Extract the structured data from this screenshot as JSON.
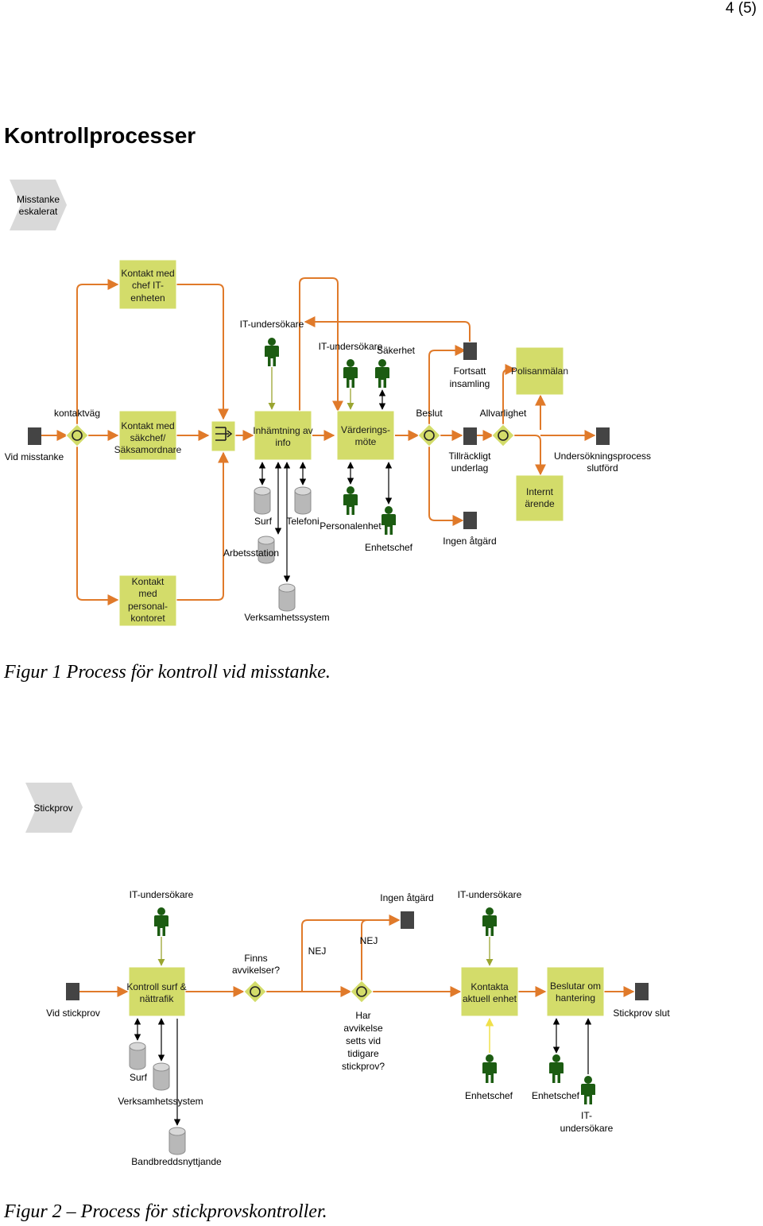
{
  "page_number": "4 (5)",
  "heading": "Kontrollprocesser",
  "figure1": {
    "start_chevron": [
      "Misstanke",
      "eskalerat"
    ],
    "labels": {
      "vid_misstanke": "Vid misstanke",
      "kontaktvag": "kontaktväg",
      "kontakt_sakchef": [
        "Kontakt med",
        "säkchef/",
        "Säksamordnare"
      ],
      "kontakt_chef_it": [
        "Kontakt med",
        "chef IT-",
        "enheten"
      ],
      "kontakt_personal": [
        "Kontakt",
        "med",
        "personal-",
        "kontoret"
      ],
      "inhamtning": [
        "Inhämtning av",
        "info"
      ],
      "it_undersokare_1": "IT-undersökare",
      "it_undersokare_2": "IT-undersökare",
      "sakerhet": "Säkerhet",
      "varderingsmote": [
        "Värderings-",
        "möte"
      ],
      "beslut": "Beslut",
      "fortsatt_insamling": [
        "Fortsatt",
        "insamling"
      ],
      "polisanmalan": "Polisanmälan",
      "allvarlighet": "Allvarlighet",
      "tillrackligt": [
        "Tillräckligt",
        "underlag"
      ],
      "undersokning_slutford": [
        "Undersökningsprocess",
        "slutförd"
      ],
      "internt_arende": [
        "Internt",
        "ärende"
      ],
      "ingen_atgard": "Ingen åtgärd",
      "surf": "Surf",
      "telefoni": "Telefoni",
      "arbetsstation": "Arbetsstation",
      "personalenhet": "Personalenhet",
      "enhetschef": "Enhetschef",
      "verksamhetssystem": "Verksamhetssystem"
    },
    "caption": "Figur 1 Process för kontroll vid misstanke."
  },
  "figure2": {
    "start_chevron": "Stickprov",
    "labels": {
      "it_undersokare_a": "IT-undersökare",
      "ingen_atgard": "Ingen åtgärd",
      "it_undersokare_b": "IT-undersökare",
      "finns_avvikelser": [
        "Finns",
        "avvikelser?"
      ],
      "nej_1": "NEJ",
      "nej_2": "NEJ",
      "vid_stickprov": "Vid stickprov",
      "kontroll_surf": [
        "Kontroll surf &",
        "nättrafik"
      ],
      "har_avvikelse": [
        "Har",
        "avvikelse",
        "setts vid",
        "tidigare",
        "stickprov?"
      ],
      "kontakta_enhet": [
        "Kontakta",
        "aktuell enhet"
      ],
      "beslutar_hantering": [
        "Beslutar om",
        "hantering"
      ],
      "stickprov_slut": "Stickprov slut",
      "surf": "Surf",
      "verksamhetssystem": "Verksamhetssystem",
      "bandbredd": "Bandbreddsnyttjande",
      "enhetschef_1": "Enhetschef",
      "enhetschef_2": "Enhetschef",
      "it_undersokare_c": [
        "IT-",
        "undersökare"
      ]
    },
    "caption": "Figur 2 – Process för stickprovskontroller."
  },
  "colors": {
    "box": "#d3dc6a",
    "flow": "#e07a2a",
    "person": "#1c5c12",
    "event": "#444444",
    "datastore": "#b8b8b8",
    "chevron": "#d9d9d9"
  }
}
